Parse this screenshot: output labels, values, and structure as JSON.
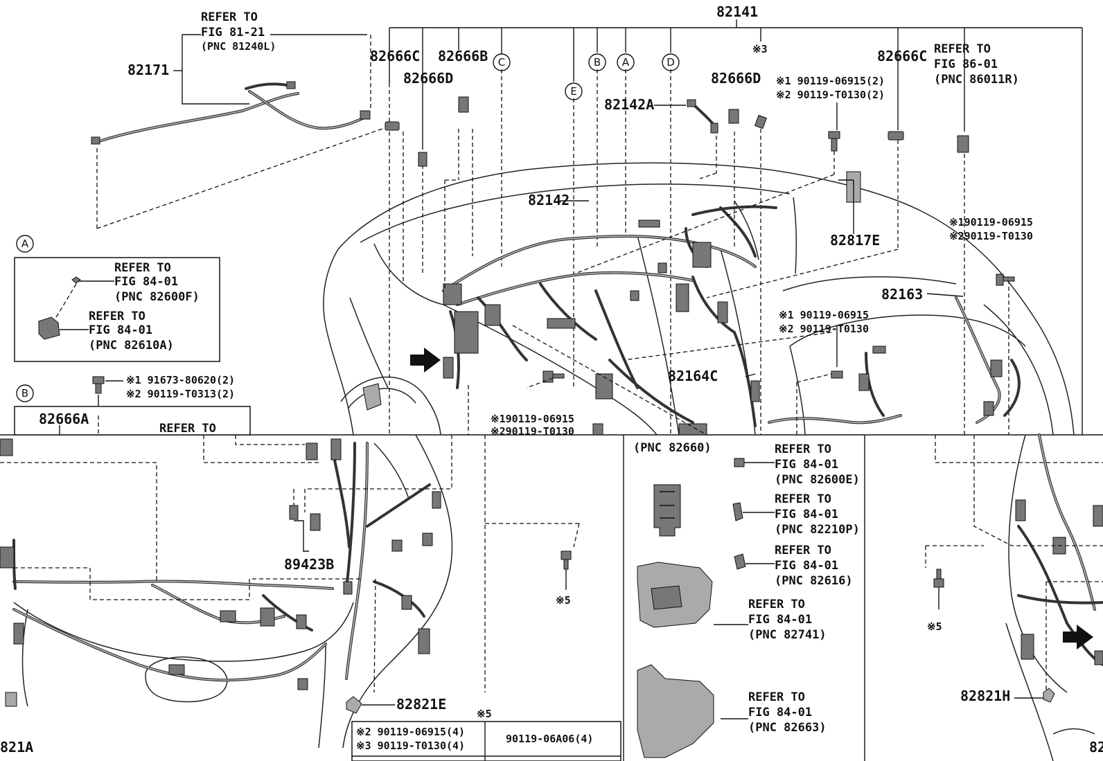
{
  "main_labels": {
    "p82141": "82141",
    "p82171": "82171",
    "p82666C_left": "82666C",
    "p82666B": "82666B",
    "p82666D_left": "82666D",
    "p82666D_right": "82666D",
    "p82666C_right": "82666C",
    "p82142A": "82142A",
    "p82142": "82142",
    "p82817E": "82817E",
    "p82163": "82163",
    "p82164C": "82164C",
    "p89423B": "89423B",
    "p82821E": "82821E",
    "p82821H": "82821H",
    "p82821A": "821A",
    "p82666A": "82666A",
    "p82_right_edge": "82",
    "note3": "※3",
    "note5_a": "※5",
    "note5_b": "※5",
    "note5_c": "※5"
  },
  "refer_notes": {
    "r81_21": [
      "REFER TO",
      "FIG 81-21",
      "(PNC 81240L)"
    ],
    "r86_01": [
      "REFER TO",
      "FIG 86-01",
      "(PNC 86011R)"
    ],
    "rA1": [
      "REFER TO",
      "FIG 84-01",
      "(PNC 82600F)"
    ],
    "rA2": [
      "REFER TO",
      "FIG 84-01",
      "(PNC 82610A)"
    ],
    "rB_partial": [
      "REFER TO"
    ],
    "pnc82660": "(PNC 82660)",
    "rD1": [
      "REFER TO",
      "FIG 84-01",
      "(PNC 82600E)"
    ],
    "rD2": [
      "REFER TO",
      "FIG 84-01",
      "(PNC 82210P)"
    ],
    "rD3": [
      "REFER TO",
      "FIG 84-01",
      "(PNC 82616)"
    ],
    "rD4": [
      "REFER TO",
      "FIG 84-01",
      "(PNC 82741)"
    ],
    "rD5": [
      "REFER TO",
      "FIG 84-01",
      "(PNC 82663)"
    ]
  },
  "bolt_notes": {
    "bolt_top": [
      "※1 90119-06915(2)",
      "※2 90119-T0130(2)"
    ],
    "bolt_right": [
      "※190119-06915",
      "※290119-T0130"
    ],
    "bolt_mid": [
      "※1 90119-06915",
      "※2 90119-T0130"
    ],
    "bolt_center": [
      "※190119-06915",
      "※290119-T0130"
    ],
    "bolt_B": [
      "※1 91673-80620(2)",
      "※2 90119-T0313(2)"
    ]
  },
  "circle_refs": {
    "A_top": "A",
    "B_top": "B",
    "C_top": "C",
    "D_top": "D",
    "E_top": "E",
    "A_box": "A",
    "B_box": "B"
  },
  "table": {
    "left_line1": "※2 90119-06915(4)",
    "left_line2": "※3 90119-T0130(4)",
    "right": "90119-06A06(4)"
  }
}
